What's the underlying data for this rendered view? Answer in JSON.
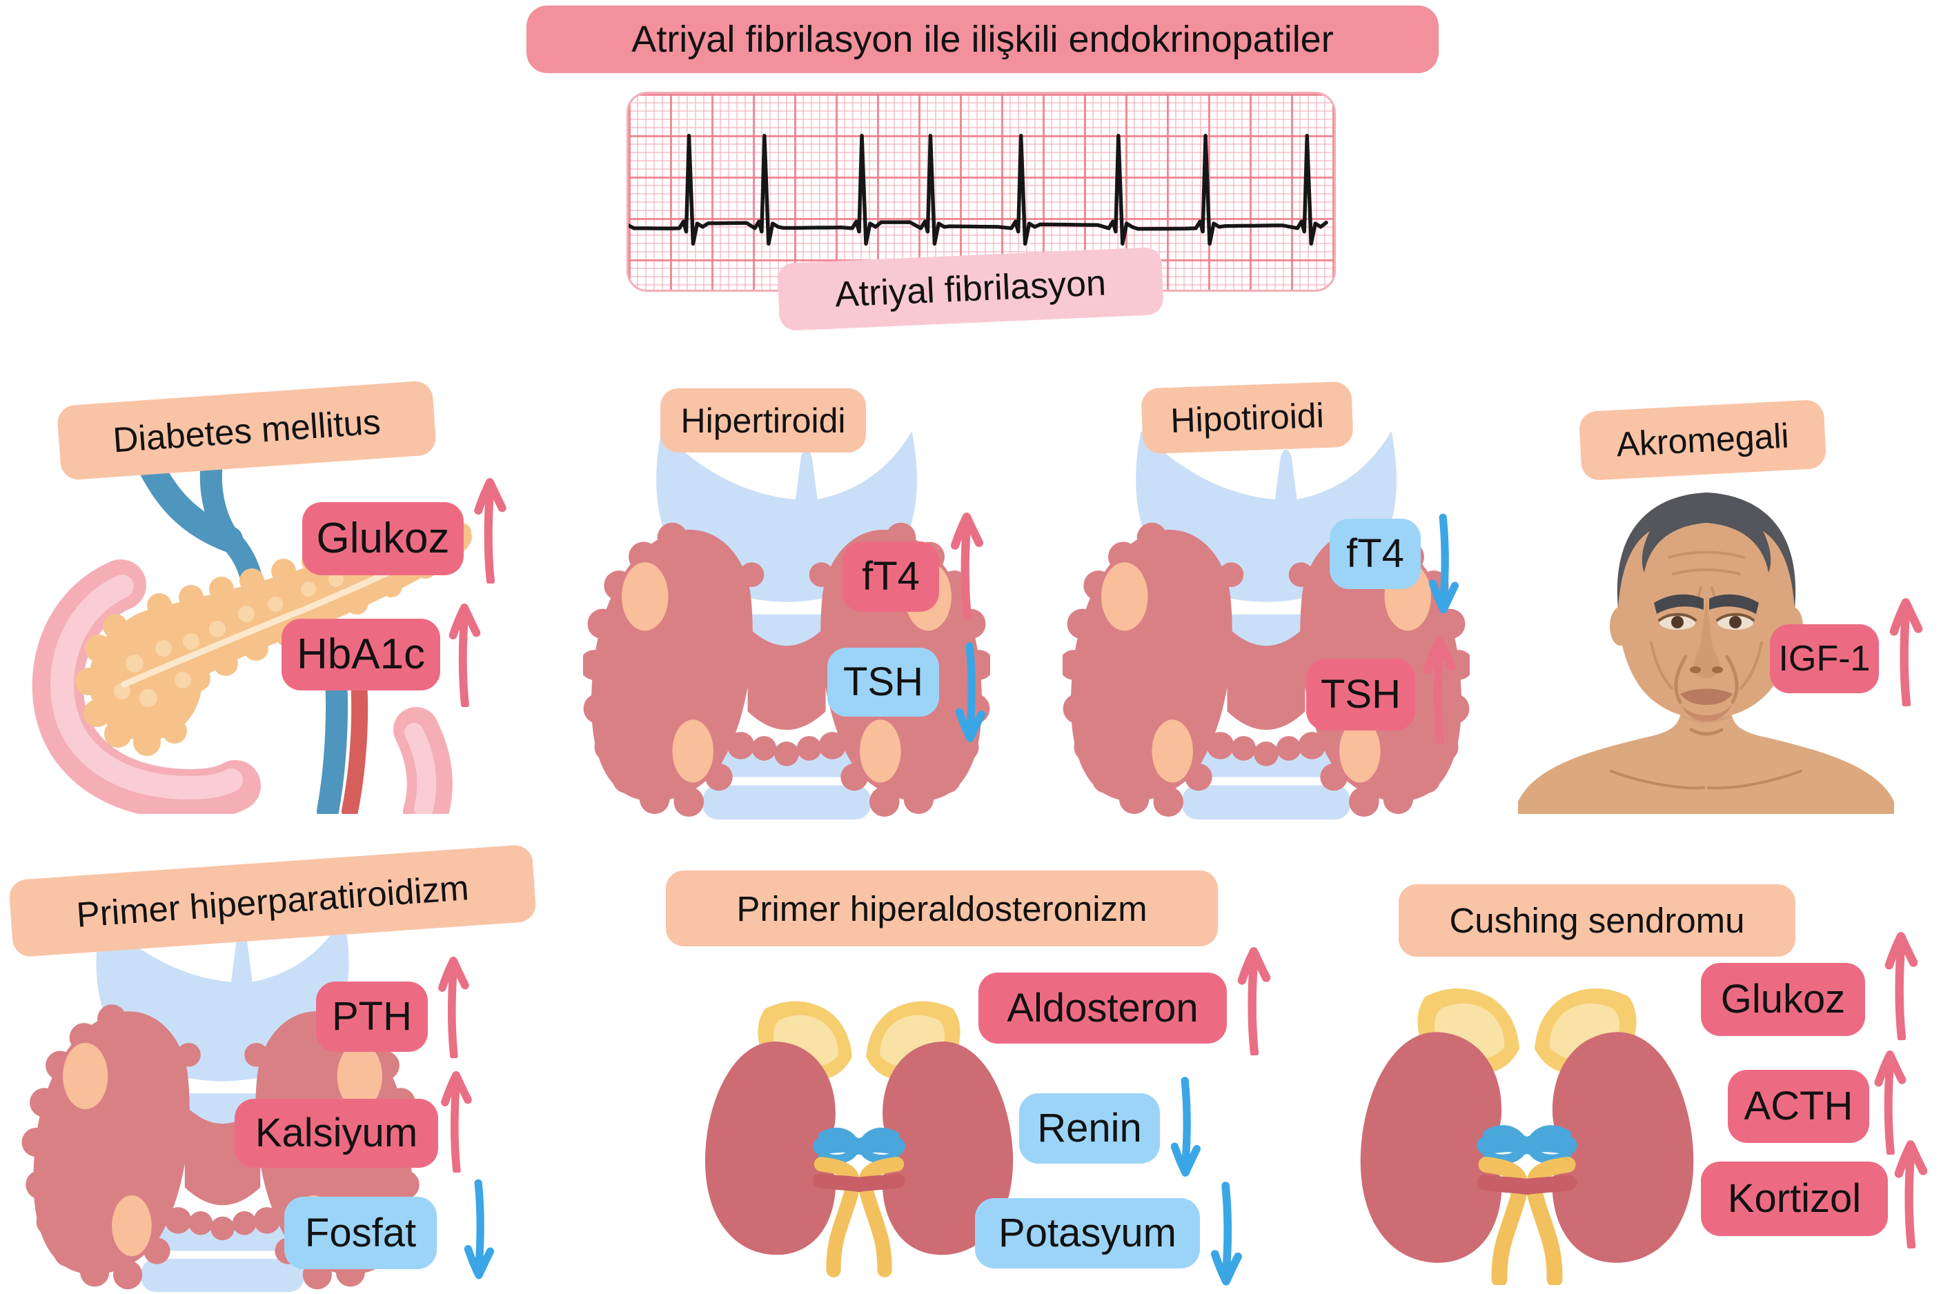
{
  "title": "Atriyal fibrilasyon ile ilişkili endokrinopatiler",
  "ecg": {
    "label": "Atriyal fibrilasyon",
    "spike_x": [
      88,
      198,
      340,
      440,
      572,
      714,
      841,
      989
    ],
    "rhythm": "irregular narrow-QRS trace on pink grid paper"
  },
  "palette": {
    "title_bg": "#F2909B",
    "ecg_label_bg": "#F9C9D3",
    "section_header_bg": "#F9C3A6",
    "increase_badge_bg": "#ED6B82",
    "decrease_badge_bg": "#9CD4F7",
    "increase_arrow": "#E96F85",
    "decrease_arrow": "#3BA6E6"
  },
  "sections": [
    {
      "id": "diabetes-mellitus",
      "header": "Diabetes mellitus",
      "illustration": "pancreas",
      "markers": [
        {
          "label": "Glukoz",
          "direction": "up",
          "tone": "red"
        },
        {
          "label": "HbA1c",
          "direction": "up",
          "tone": "red"
        }
      ]
    },
    {
      "id": "hyperthyroidism",
      "header": "Hipertiroidi",
      "illustration": "thyroid",
      "markers": [
        {
          "label": "fT4",
          "direction": "up",
          "tone": "red"
        },
        {
          "label": "TSH",
          "direction": "down",
          "tone": "blue"
        }
      ]
    },
    {
      "id": "hypothyroidism",
      "header": "Hipotiroidi",
      "illustration": "thyroid",
      "markers": [
        {
          "label": "fT4",
          "direction": "down",
          "tone": "blue"
        },
        {
          "label": "TSH",
          "direction": "up",
          "tone": "red"
        }
      ]
    },
    {
      "id": "acromegaly",
      "header": "Akromegali",
      "illustration": "acromegalic-face",
      "markers": [
        {
          "label": "IGF-1",
          "direction": "up",
          "tone": "red"
        }
      ]
    },
    {
      "id": "primary-hyperparathyroidism",
      "header": "Primer hiperparatiroidizm",
      "illustration": "thyroid-parathyroid",
      "markers": [
        {
          "label": "PTH",
          "direction": "up",
          "tone": "red"
        },
        {
          "label": "Kalsiyum",
          "direction": "up",
          "tone": "red"
        },
        {
          "label": "Fosfat",
          "direction": "down",
          "tone": "blue"
        }
      ]
    },
    {
      "id": "primary-hyperaldosteronism",
      "header": "Primer hiperaldosteronizm",
      "illustration": "kidneys-adrenals",
      "markers": [
        {
          "label": "Aldosteron",
          "direction": "up",
          "tone": "red"
        },
        {
          "label": "Renin",
          "direction": "down",
          "tone": "blue"
        },
        {
          "label": "Potasyum",
          "direction": "down",
          "tone": "blue"
        }
      ]
    },
    {
      "id": "cushing-syndrome",
      "header": "Cushing sendromu",
      "illustration": "kidneys-adrenals",
      "markers": [
        {
          "label": "Glukoz",
          "direction": "up",
          "tone": "red"
        },
        {
          "label": "ACTH",
          "direction": "up",
          "tone": "red"
        },
        {
          "label": "Kortizol",
          "direction": "up",
          "tone": "red"
        }
      ]
    }
  ]
}
